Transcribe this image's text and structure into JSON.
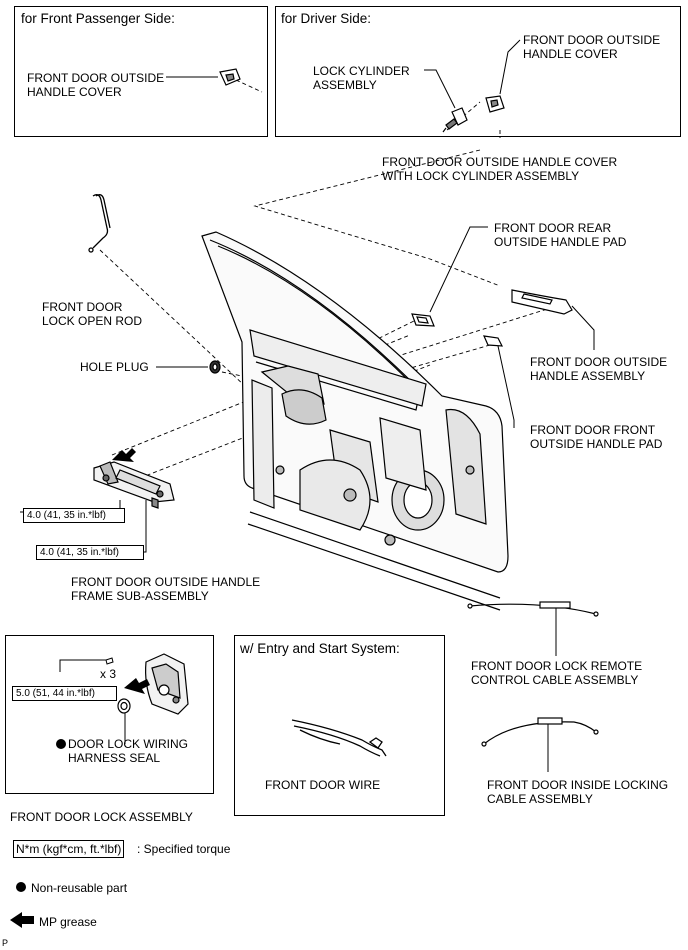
{
  "panels": {
    "passenger_title": "for Front Passenger Side:",
    "driver_title": "for Driver Side:",
    "entry_title": "w/ Entry and Start System:"
  },
  "parts": {
    "p_handle_cover": "FRONT DOOR OUTSIDE\nHANDLE COVER",
    "d_handle_cover": "FRONT DOOR OUTSIDE\nHANDLE COVER",
    "lock_cylinder": "LOCK CYLINDER\nASSEMBLY",
    "cover_with_cylinder": "FRONT DOOR OUTSIDE HANDLE COVER\nWITH LOCK CYLINDER ASSEMBLY",
    "rear_pad": "FRONT DOOR REAR\nOUTSIDE HANDLE PAD",
    "lock_open_rod": "FRONT DOOR\nLOCK OPEN ROD",
    "hole_plug": "HOLE PLUG",
    "outside_handle": "FRONT DOOR OUTSIDE\nHANDLE ASSEMBLY",
    "front_pad": "FRONT DOOR FRONT\nOUTSIDE HANDLE PAD",
    "handle_frame": "FRONT DOOR OUTSIDE HANDLE\nFRAME SUB-ASSEMBLY",
    "remote_cable": "FRONT DOOR LOCK REMOTE\nCONTROL CABLE ASSEMBLY",
    "seal": "DOOR LOCK WIRING\nHARNESS SEAL",
    "door_wire": "FRONT DOOR WIRE",
    "inside_cable": "FRONT DOOR INSIDE LOCKING\nCABLE ASSEMBLY",
    "lock_assembly": "FRONT DOOR LOCK ASSEMBLY",
    "qty": "x 3"
  },
  "torques": {
    "t1": "4.0 (41, 35 in.*lbf)",
    "t2": "4.0 (41, 35 in.*lbf)",
    "t3": "5.0 (51, 44 in.*lbf)"
  },
  "legend": {
    "torque_box": "N*m (kgf*cm, ft.*lbf)",
    "torque_text": ": Specified torque",
    "nonreusable": "Non-reusable part",
    "grease": "MP grease"
  },
  "footer": "P"
}
